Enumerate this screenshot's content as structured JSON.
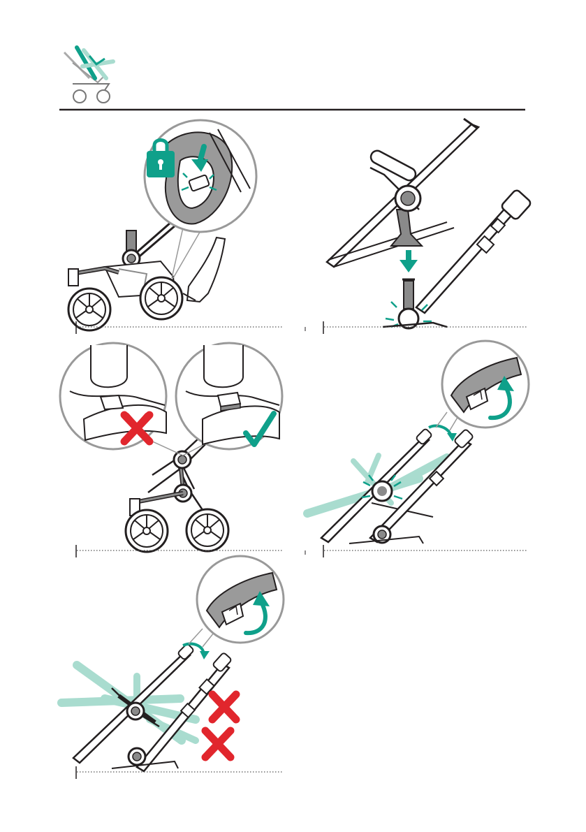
{
  "document": {
    "header_icon": "stroller-seat-recline-icon",
    "colors": {
      "line": "#231f20",
      "accent": "#0fa08a",
      "accent_light": "#a9dccf",
      "error": "#e1262d",
      "frame_fill": "#8a8a8a",
      "wheel_fill": "#bcbcbc",
      "rule_dots": "#555555"
    },
    "panels": [
      {
        "id": "step-1",
        "icons": [
          "lock-icon",
          "brake-pedal-icon",
          "down-arrow-icon",
          "foot-icon",
          "stroller-frame-icon"
        ]
      },
      {
        "id": "step-2",
        "icons": [
          "seat-adapter-icon",
          "down-arrow-icon",
          "click-sparkle-icon"
        ]
      },
      {
        "id": "step-3",
        "icons": [
          "incorrect-cross-icon",
          "correct-check-icon",
          "hinge-button-icon"
        ]
      },
      {
        "id": "step-4",
        "icons": [
          "handlebar-fold-icon",
          "rotate-arrow-icon",
          "click-sparkle-icon"
        ]
      },
      {
        "id": "step-5",
        "icons": [
          "handlebar-fold-icon",
          "rotate-arrow-icon",
          "incorrect-cross-icon",
          "incorrect-cross-icon"
        ]
      }
    ]
  }
}
